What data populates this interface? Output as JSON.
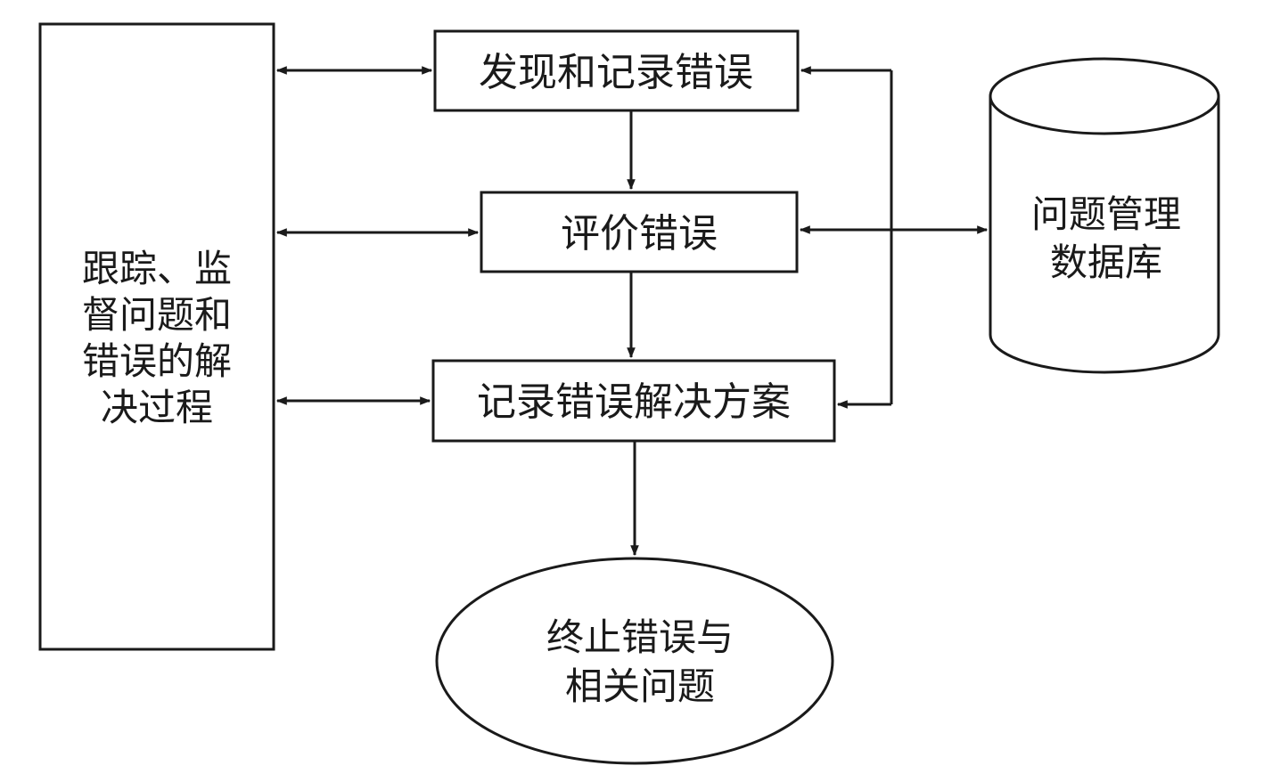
{
  "colors": {
    "ink": "#1a1a1a",
    "paper": "#ffffff"
  },
  "nodes": {
    "tracking": {
      "lines": [
        "跟踪、监",
        "督问题和",
        "错误的解",
        "决过程"
      ]
    },
    "discover": {
      "label": "发现和记录错误"
    },
    "evaluate": {
      "label": "评价错误"
    },
    "record_solution": {
      "label": "记录错误解决方案"
    },
    "terminate": {
      "lines": [
        "终止错误与",
        "相关问题"
      ]
    },
    "database": {
      "lines": [
        "问题管理",
        "数据库"
      ]
    }
  }
}
